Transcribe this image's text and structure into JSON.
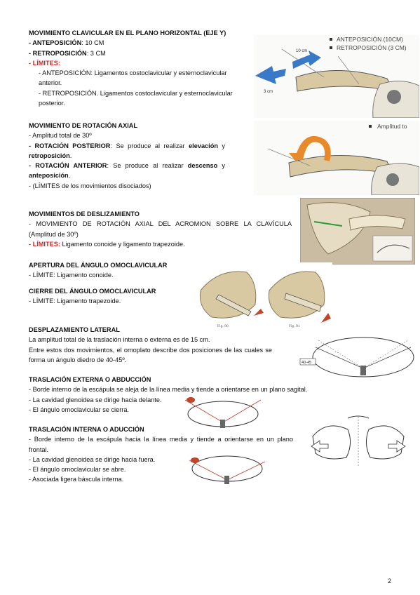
{
  "s1": {
    "title": "MOVIMIENTO CLAVICULAR EN EL PLANO HORIZONTAL (EJE Y)",
    "ante_label": "- ANTEPOSICIÓN",
    "ante_value": ": 10 CM",
    "retro_label": "- RETROPOSICIÓN",
    "retro_value": ": 3 CM",
    "limits_label": "- LÍMITES:",
    "limit1_a": "- ANTEPOSICIÓN: Ligamentos costoclavicular y esternoclavicular",
    "limit1_b": "anterior.",
    "limit2_a": "- RETROPOSICIÓN. Ligamentos costoclavicular y esternoclavicular",
    "limit2_b": "posterior.",
    "fig_legend1": "ANTEPOSICIÓN (10CM)",
    "fig_legend2": "RETROPOSICIÓN (3 CM)",
    "fig_label_a": "10 cm",
    "fig_label_b": "3 cm"
  },
  "s2": {
    "title": "MOVIMIENTO DE ROTACIÓN AXIAL",
    "total": "- Amplitud total de 30º",
    "post_label": "-   ROTACIÓN POSTERIOR",
    "post_text": ": Se produce al realizar ",
    "post_bold1": "elevación",
    "post_y": " y",
    "post_bold2": "retroposición",
    "post_end": ".",
    "ant_label": "-   ROTACIÓN ANTERIOR",
    "ant_text": ": Se produce al realizar ",
    "ant_bold1": "descenso",
    "ant_y": " y",
    "ant_bold2": "anteposición",
    "ant_end": ".",
    "limits": "- (LÍMITES de los movimientos disociados)",
    "fig_legend": "Amplitud to"
  },
  "s3": {
    "title": "MOVIMIENTOS DE DESLIZAMIENTO",
    "line1": "- MOVIMIENTO DE ROTACIÓN AXIAL DEL ACROMION SOBRE LA CLAVÍCULA",
    "line2": "(Amplitud de 30º)",
    "limits_label": "- LÍMITES:",
    "limits_text": " Ligamento conoide y ligamento trapezoide."
  },
  "s4": {
    "title": "APERTURA DEL ÁNGULO OMOCLAVICULAR",
    "text": "- LÍMITE: Ligamento conoide.",
    "fig_a": "Fig. 90",
    "fig_b": "Fig. 91"
  },
  "s5": {
    "title": "CIERRE DEL ÁNGULO OMOCLAVICULAR",
    "text": "- LÍMITE: Ligamento trapezoide."
  },
  "s6": {
    "title": "DESPLAZAMIENTO LATERAL",
    "line1": "La amplitud total de la traslación interna o externa es de 15 cm.",
    "line2": "Entre estos dos movimientos, el omoplato describe dos posiciones de las cuales se",
    "line3": "forma un ángulo diedro de 40-45º.",
    "fig_label": "40-45"
  },
  "s7": {
    "title": "TRASLACIÓN EXTERNA O ABDUCCIÓN",
    "b1": "- Borde interno de la escápula se aleja de la línea media y tiende a orientarse en un plano sagital.",
    "b2": "- La cavidad glenoidea se dirige hacia delante.",
    "b3": "- El ángulo omoclavicular se cierra."
  },
  "s8": {
    "title": "TRASLACIÓN INTERNA O ADUCCIÓN",
    "b1a": "- Borde interno de la escápula hacia la línea media y tiende a orientarse en un plano",
    "b1b": "frontal.",
    "b2": "- La cavidad glenoidea se dirige hacia fuera.",
    "b3": "- El ángulo omoclavicular se abre.",
    "b4": "- Asociada ligera báscula interna."
  },
  "page_number": "2",
  "colors": {
    "red": "#e02020",
    "blue_arrow": "#3a78c8",
    "orange_arrow": "#e8892a",
    "bone": "#d9c9a3"
  }
}
